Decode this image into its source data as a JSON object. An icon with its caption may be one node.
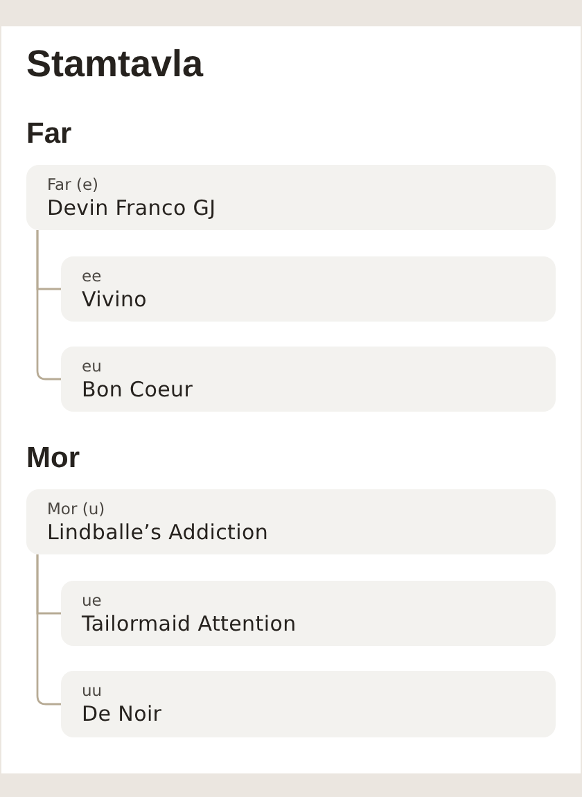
{
  "diagram": {
    "title": "Stamtavla",
    "nodes": [
      {
        "text": [
          "Far (e)",
          "Devin Franco GJ"
        ]
      },
      {
        "text": [
          "ee",
          "Vivino"
        ]
      },
      {
        "text": [
          "eu",
          "Bon Coeur"
        ]
      },
      {
        "text": [
          "Mor (u)",
          "Lindballe’s Addiction"
        ]
      },
      {
        "text": [
          "ue",
          "Tailormaid Attention"
        ]
      },
      {
        "text": [
          "uu",
          "De Noir"
        ]
      }
    ],
    "edges": [
      {
        "from": 0,
        "to": 1,
        "arrow": "none"
      },
      {
        "from": 0,
        "to": 2,
        "arrow": "none"
      },
      {
        "from": 3,
        "to": 4,
        "arrow": "none"
      },
      {
        "from": 3,
        "to": 5,
        "arrow": "none"
      }
    ],
    "labels": [
      "Far",
      "Mor"
    ]
  }
}
